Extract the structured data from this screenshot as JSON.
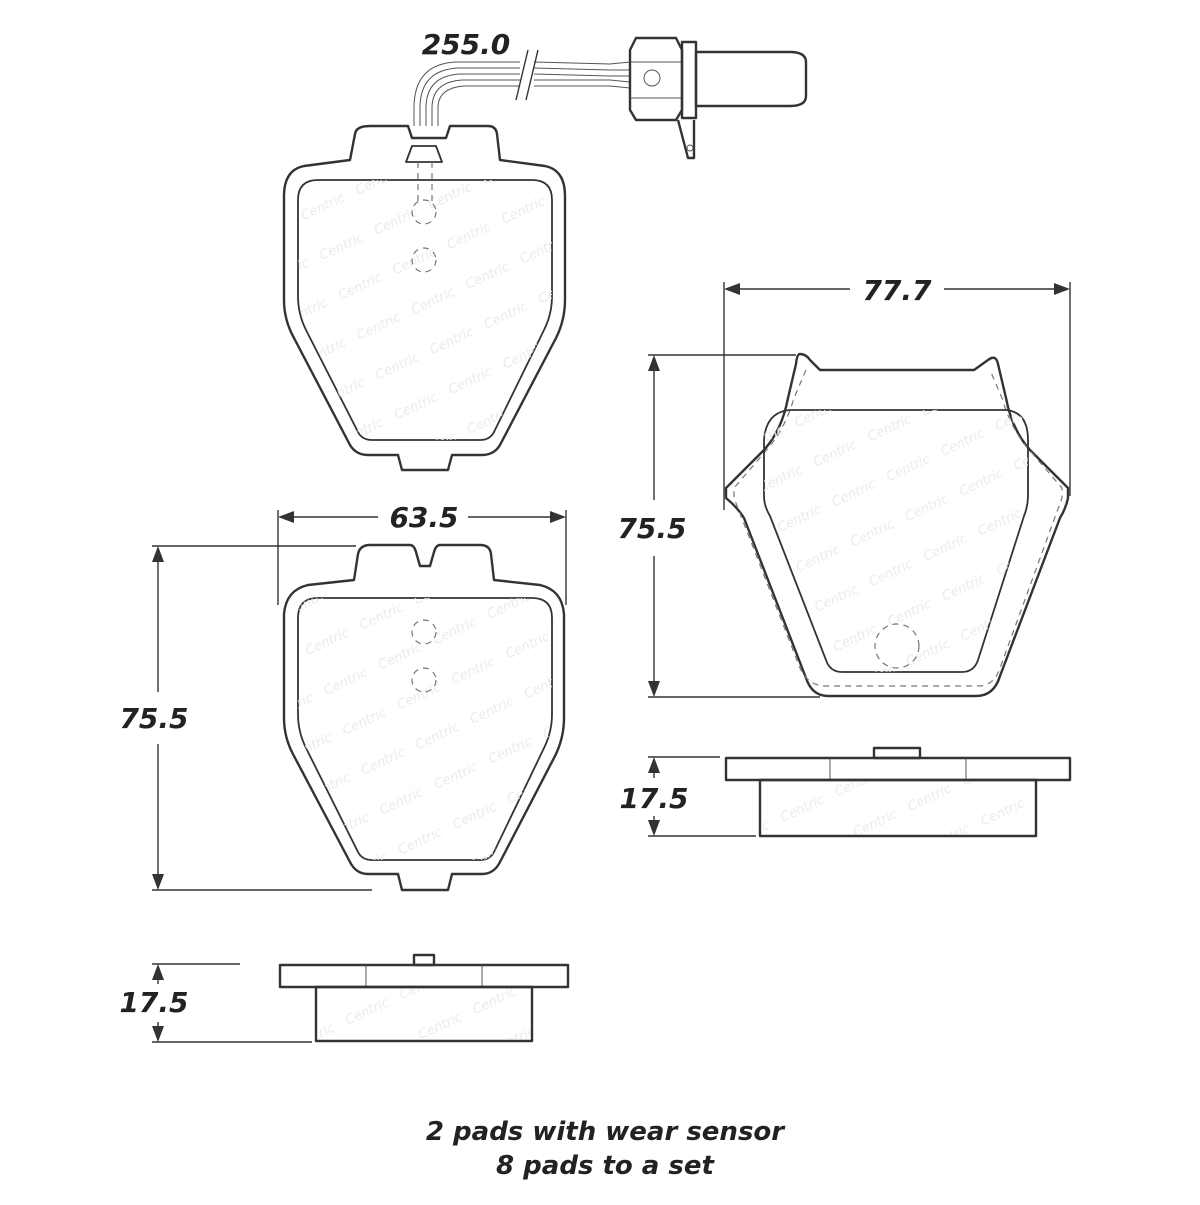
{
  "dimensions": {
    "sensor_wire_length": "255.0",
    "pad_a_width": "63.5",
    "pad_a_height": "75.5",
    "pad_a_thickness": "17.5",
    "pad_b_width": "77.7",
    "pad_b_height": "75.5",
    "pad_b_thickness": "17.5"
  },
  "notes": {
    "line1": "2 pads with wear sensor",
    "line2": "8 pads to a set"
  },
  "colors": {
    "line": "#333333",
    "background": "#ffffff"
  }
}
